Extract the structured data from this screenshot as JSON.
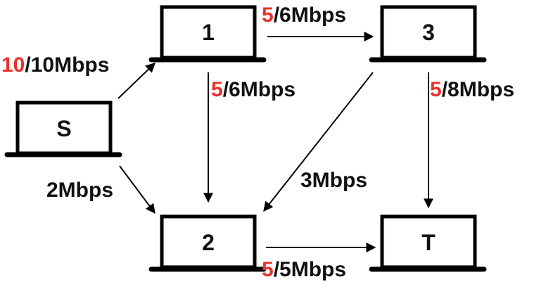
{
  "colors": {
    "stroke": "#000000",
    "flow": "#e8322b",
    "text": "#111111"
  },
  "nodes": [
    {
      "id": "S",
      "label": "S"
    },
    {
      "id": "1",
      "label": "1"
    },
    {
      "id": "2",
      "label": "2"
    },
    {
      "id": "3",
      "label": "3"
    },
    {
      "id": "T",
      "label": "T"
    }
  ],
  "edges": [
    {
      "from": "S",
      "to": "1",
      "flow": "10",
      "capacity": "/10Mbps"
    },
    {
      "from": "S",
      "to": "2",
      "flow": "",
      "capacity": "2Mbps"
    },
    {
      "from": "1",
      "to": "3",
      "flow": "5",
      "capacity": "/6Mbps"
    },
    {
      "from": "1",
      "to": "2",
      "flow": "5",
      "capacity": "/6Mbps"
    },
    {
      "from": "3",
      "to": "2",
      "flow": "",
      "capacity": "3Mbps"
    },
    {
      "from": "3",
      "to": "T",
      "flow": "5",
      "capacity": "/8Mbps"
    },
    {
      "from": "2",
      "to": "T",
      "flow": "5",
      "capacity": "/5Mbps"
    }
  ]
}
